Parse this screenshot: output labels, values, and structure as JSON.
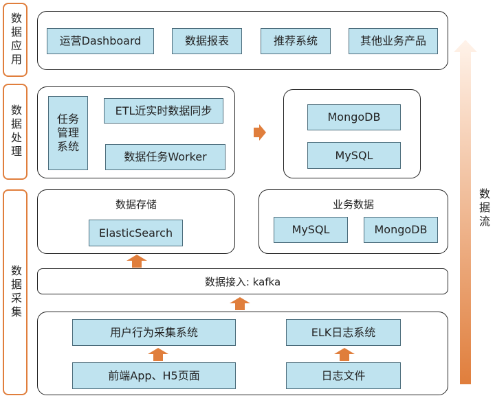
{
  "layers": {
    "app": "数据应用",
    "process": "数据处理",
    "collect": "数据采集"
  },
  "flow_label": "数据流",
  "apps": [
    "运营Dashboard",
    "数据报表",
    "推荐系统",
    "其他业务产品"
  ],
  "processing": {
    "task_mgmt": "任务管理系统",
    "etl": "ETL近实时数据同步",
    "worker": "数据任务Worker",
    "targets": [
      "MongoDB",
      "MySQL"
    ]
  },
  "storage": {
    "title": "数据存储",
    "item": "ElasticSearch"
  },
  "business": {
    "title": "业务数据",
    "items": [
      "MySQL",
      "MongoDB"
    ]
  },
  "ingest": "数据接入: kafka",
  "collection": {
    "user_behavior": "用户行为采集系统",
    "elk": "ELK日志系统",
    "frontend": "前端App、H5页面",
    "logs": "日志文件"
  },
  "colors": {
    "accent": "#e07e3c",
    "cell": "#bfe3ef"
  }
}
